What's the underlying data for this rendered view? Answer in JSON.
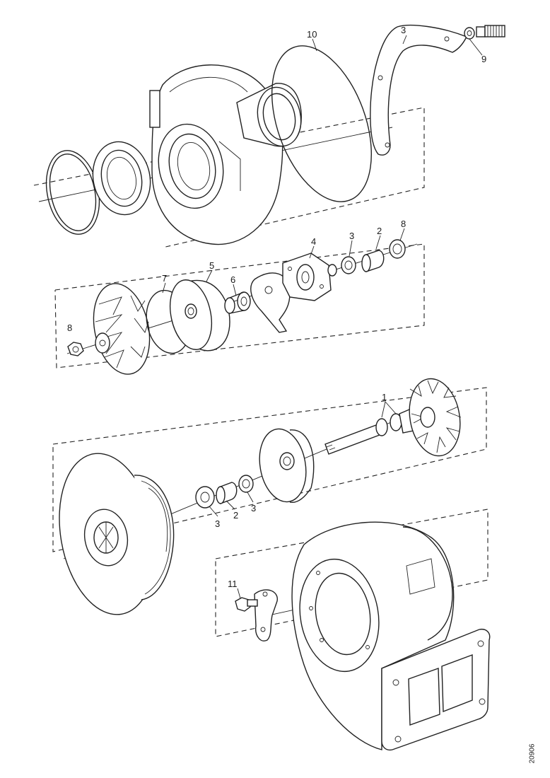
{
  "callouts": {
    "c1": "1",
    "c2a": "2",
    "c2b": "2",
    "c3a": "3",
    "c3b": "3",
    "c3c": "3",
    "c3d": "3",
    "c4": "4",
    "c5": "5",
    "c6": "6",
    "c7": "7",
    "c8": "8",
    "c8b": "8",
    "c9": "9",
    "c10": "10",
    "c11": "11"
  },
  "drawing_id": "20906"
}
